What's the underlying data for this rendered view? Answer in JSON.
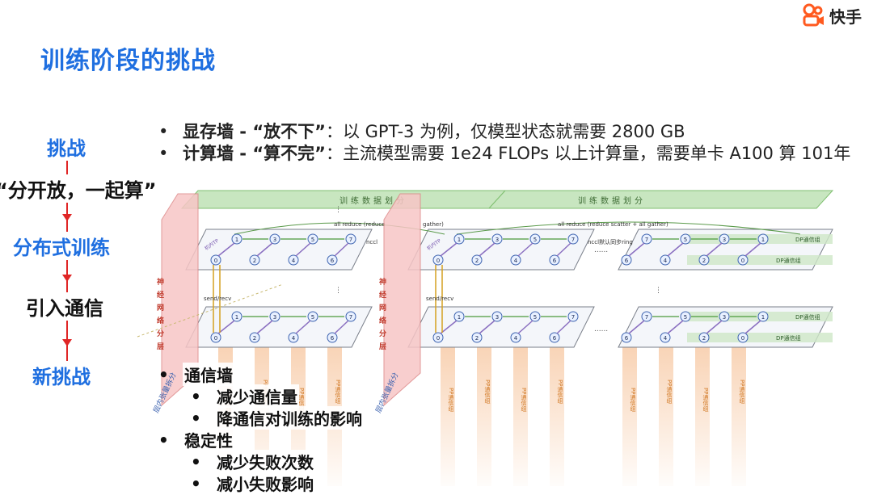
{
  "header": {
    "title": "训练阶段的挑战",
    "logo_text": "快手",
    "logo_icon": "kuaishou-logo-icon"
  },
  "flow": {
    "step1": "挑战",
    "step2": "“分开放，一起算”",
    "step3": "分布式训练",
    "step4": "引入通信",
    "step5": "新挑战",
    "colors": {
      "blue": "#1f6fe0",
      "red": "#e02626"
    }
  },
  "bullets": [
    {
      "bold": "显存墙 - “放不下”",
      "text": "：以 GPT-3 为例，仅模型状态就需要 2800 GB"
    },
    {
      "bold": "计算墙 - “算不完”",
      "text": "：主流模型需要 1e24 FLOPs 以上计算量，需要单卡 A100 算 101年"
    }
  ],
  "new_challenges": [
    {
      "label": "通信墙",
      "subs": [
        "减少通信量",
        "降通信对训练的影响"
      ]
    },
    {
      "label": "稳定性",
      "subs": [
        "减少失败次数",
        "减小失败影响"
      ]
    }
  ],
  "diagram": {
    "data_split_label": "训练数据划分",
    "allreduce_label": "all reduce (reduce scatter + all gather)",
    "allreduce_partial": "all reduce (reduce",
    "allreduce_partial_end": "gather)",
    "sendrecv_label": "send/recv",
    "nccl_label": "nccl默认同步ring",
    "nccl_partial": "nccl",
    "dp_group": "DP通信组",
    "pp_group": "PP通信组",
    "intra_layer_vertical": "神经网络分层",
    "intra_tensor_split": "层内张量拆分",
    "node_numbers_top": [
      "1",
      "3",
      "5",
      "7"
    ],
    "node_numbers_bottom": [
      "0",
      "2",
      "4",
      "6"
    ],
    "node_numbers_right_top": [
      "7",
      "5",
      "3",
      "1"
    ],
    "node_numbers_right_bottom": [
      "6",
      "4",
      "2",
      "0"
    ],
    "tp_label": "机内TP"
  }
}
